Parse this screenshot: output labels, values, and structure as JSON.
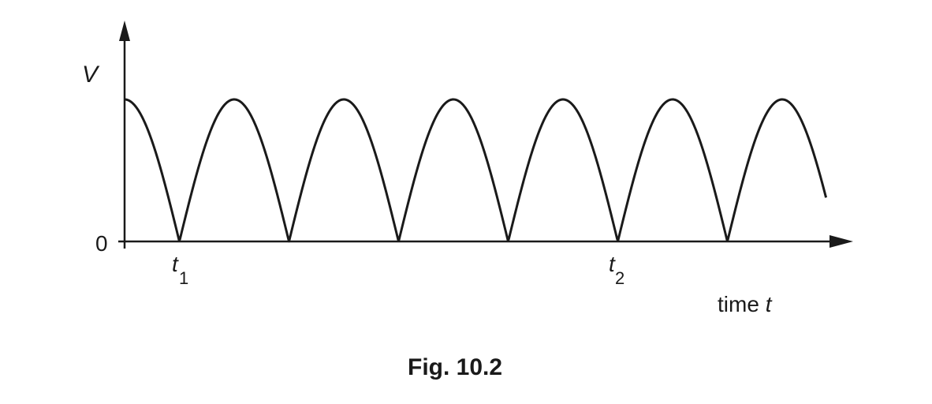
{
  "figure": {
    "caption": "Fig. 10.2",
    "y_axis_label": "V",
    "origin_label": "0",
    "t1_base": "t",
    "t1_sub": "1",
    "t2_base": "t",
    "t2_sub": "2",
    "x_axis_label_text": "time ",
    "x_axis_label_var": "t"
  },
  "chart_data": {
    "type": "line",
    "title": "",
    "xlabel": "time t",
    "ylabel": "V",
    "waveform": "full-wave rectified sinusoid (|cos|)",
    "peak": 1,
    "x_range_periods": [
      0,
      6.4
    ],
    "zero_crossings_marked": [
      {
        "label": "t1",
        "half_cycle_index": 0.5
      },
      {
        "label": "t2",
        "half_cycle_index": 4.5
      }
    ],
    "axes": {
      "grid": false,
      "ticks": "origin only"
    },
    "colors": {
      "curve": "#1a1a1a",
      "axes": "#1a1a1a"
    }
  }
}
